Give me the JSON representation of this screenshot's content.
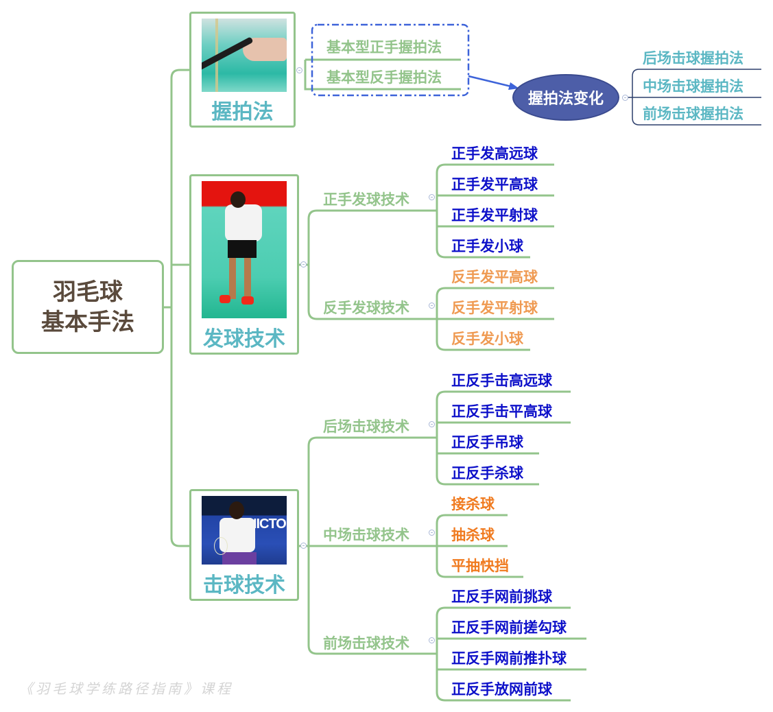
{
  "root": {
    "line1": "羽毛球",
    "line2": "基本手法"
  },
  "topics": [
    {
      "label": "握拍法",
      "image": "grip-photo",
      "group_items": [
        "基本型正手握拍法",
        "基本型反手握拍法"
      ],
      "relation_target": "握拍法变化",
      "relation_children": [
        "后场击球握拍法",
        "中场击球握拍法",
        "前场击球握拍法"
      ]
    },
    {
      "label": "发球技术",
      "image": "serve-photo",
      "subtopics": [
        {
          "label": "正手发球技术",
          "items": [
            "正手发高远球",
            "正手发平高球",
            "正手发平射球",
            "正手发小球"
          ]
        },
        {
          "label": "反手发球技术",
          "items": [
            "反手发平高球",
            "反手发平射球",
            "反手发小球"
          ]
        }
      ]
    },
    {
      "label": "击球技术",
      "image": "stroke-photo",
      "subtopics": [
        {
          "label": "后场击球技术",
          "items": [
            "正反手击高远球",
            "正反手击平高球",
            "正反手吊球",
            "正反手杀球"
          ]
        },
        {
          "label": "中场击球技术",
          "items": [
            "接杀球",
            "抽杀球",
            "平抽快挡"
          ]
        },
        {
          "label": "前场击球技术",
          "items": [
            "正反手网前挑球",
            "正反手网前搓勾球",
            "正反手网前推扑球",
            "正反手放网前球"
          ]
        }
      ]
    }
  ],
  "watermark": "《羽毛球学练路径指南》课程",
  "colors": {
    "branch": "#93c48b",
    "root_text": "#5a4a3c",
    "topic_text": "#5bb7c3",
    "leaf_blue": "#0d10c9",
    "leaf_orange_light": "#ef9a52",
    "leaf_orange": "#f07a1f",
    "boundary": "#3d63d9",
    "ellipse_fill": "#4d5ea8"
  }
}
